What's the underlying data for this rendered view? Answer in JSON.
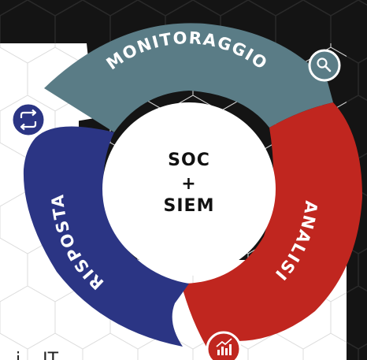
{
  "diagram": {
    "center_lines": [
      "SOC",
      "+",
      "SIEM"
    ],
    "segments": [
      {
        "label": "MONITORAGGIO",
        "icon": "search-icon",
        "color": "#5a7c86"
      },
      {
        "label": "ANALISI",
        "icon": "chart-icon",
        "color": "#c0261f"
      },
      {
        "label": "RISPOSTA",
        "icon": "cycle-icon",
        "color": "#2b3584"
      }
    ]
  },
  "footer": {
    "partial_text": "i... IT"
  },
  "colors": {
    "background": "#141414",
    "panel": "#ffffff",
    "center_fill": "#ffffff"
  }
}
